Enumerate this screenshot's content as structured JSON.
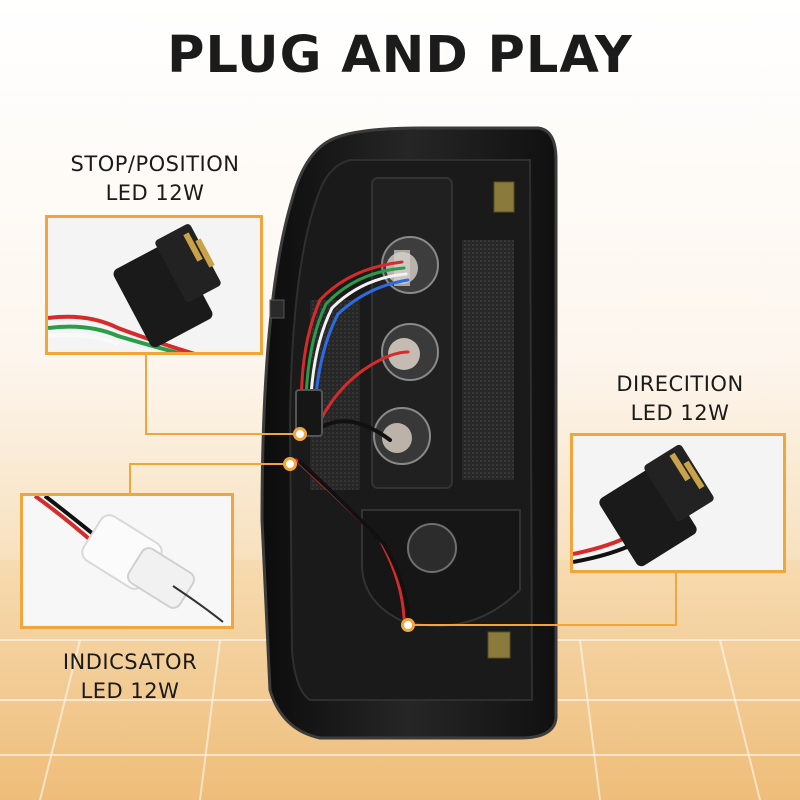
{
  "title": "PLUG AND PLAY",
  "labels": {
    "stop_position": {
      "line1": "STOP/POSITION",
      "line2": "LED 12W"
    },
    "direction": {
      "line1": "DIRECITION",
      "line2": "LED 12W"
    },
    "indicator": {
      "line1": "INDICSATOR",
      "line2": "LED 12W"
    }
  },
  "colors": {
    "accent": "#f2a53b",
    "background_warm": "#efc68c",
    "housing": "#141414"
  }
}
